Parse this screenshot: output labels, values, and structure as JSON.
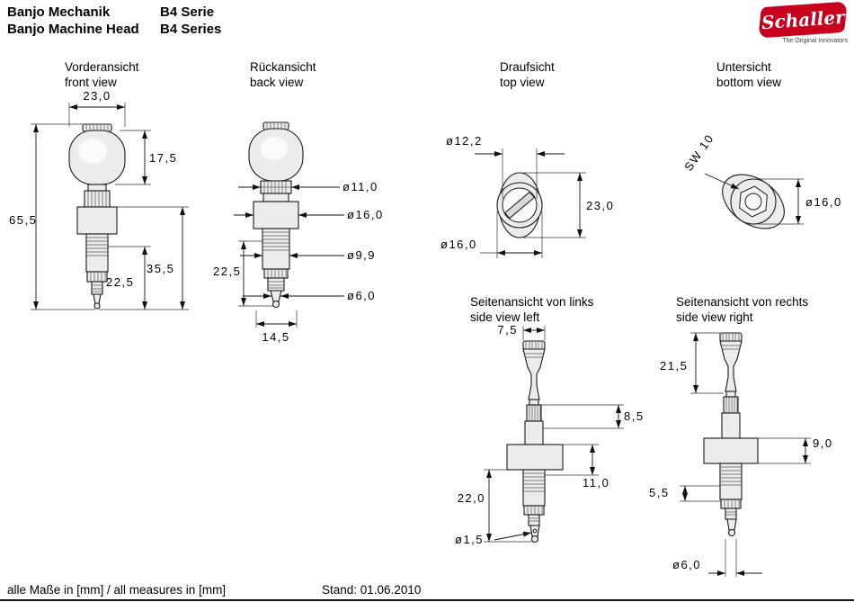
{
  "header": {
    "title_de": "Banjo Mechanik",
    "title_en": "Banjo Machine Head",
    "series_de": "B4 Serie",
    "series_en": "B4 Series"
  },
  "logo": {
    "name": "Schaller",
    "tagline": "The Original Innovators"
  },
  "views": {
    "front": {
      "label_de": "Vorderansicht",
      "label_en": "front view",
      "dim_width": "23,0",
      "dim_knob_height": "17,5",
      "dim_total_height": "65,5",
      "dim_lower_height": "35,5",
      "dim_shaft_height": "22,5"
    },
    "back": {
      "label_de": "Rückansicht",
      "label_en": "back view",
      "dim_d1": "ø11,0",
      "dim_d2": "ø16,0",
      "dim_d3": "ø9,9",
      "dim_d4": "ø6,0",
      "dim_height": "22,5",
      "dim_width": "14,5"
    },
    "top": {
      "label_de": "Draufsicht",
      "label_en": "top view",
      "dim_d1": "ø12,2",
      "dim_height": "23,0",
      "dim_d2": "ø16,0"
    },
    "bottom": {
      "label_de": "Untersicht",
      "label_en": "bottom view",
      "dim_wrench": "SW 10",
      "dim_d1": "ø16,0"
    },
    "side_left": {
      "label_de": "Seitenansicht von links",
      "label_en": "side view left",
      "dim_top_width": "7,5",
      "dim_neck": "8,5",
      "dim_body": "11,0",
      "dim_lower": "22,0",
      "dim_hole": "ø1,5"
    },
    "side_right": {
      "label_de": "Seitenansicht von rechts",
      "label_en": "side view right",
      "dim_knob": "21,5",
      "dim_body": "9,0",
      "dim_washer": "5,5",
      "dim_post": "ø6,0"
    }
  },
  "footer": {
    "note": "alle Maße in [mm] / all measures in [mm]",
    "date": "Stand: 01.06.2010"
  }
}
